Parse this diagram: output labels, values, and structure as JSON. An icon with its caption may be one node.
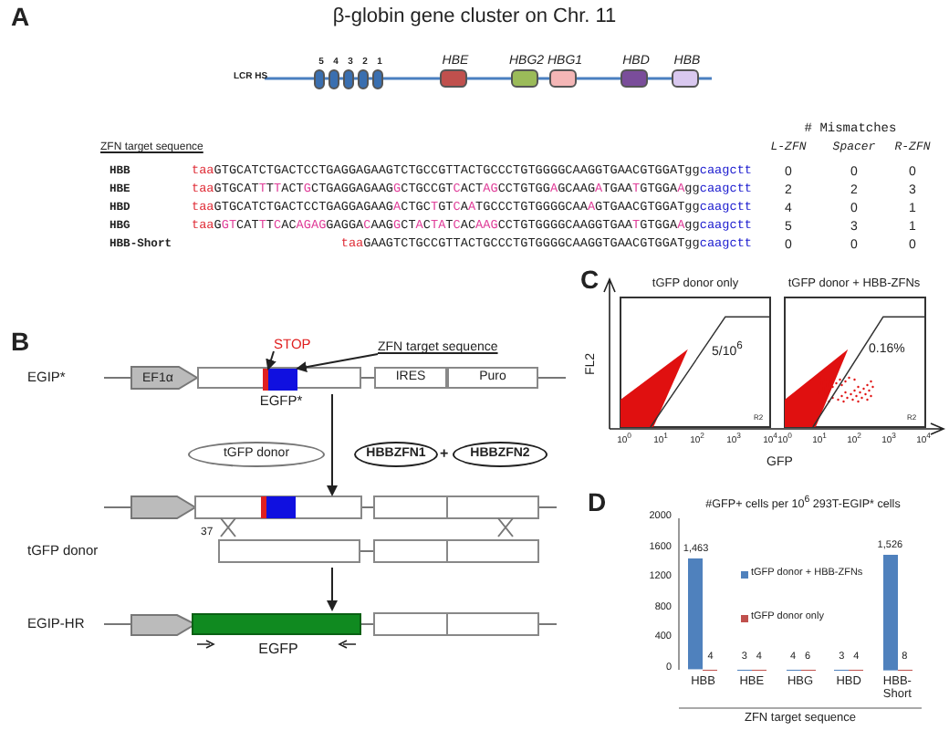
{
  "diagram": {
    "title": "β-globin gene cluster on Chr. 11",
    "nodes": [
      {
        "text": [
          "5"
        ]
      },
      {
        "text": [
          "4"
        ]
      },
      {
        "text": [
          "3"
        ]
      },
      {
        "text": [
          "2"
        ]
      },
      {
        "text": [
          "1"
        ]
      },
      {
        "text": [
          "HBE"
        ]
      },
      {
        "text": [
          "HBG2"
        ]
      },
      {
        "text": [
          "HBG1"
        ]
      },
      {
        "text": [
          "HBD"
        ]
      },
      {
        "text": [
          "HBB"
        ]
      },
      {
        "text": [
          "EGIP*"
        ]
      },
      {
        "text": [
          "EF1α"
        ],
        "in": 10
      },
      {
        "text": [
          "EGFP*"
        ],
        "in": 10
      },
      {
        "text": [],
        "shape": "bar",
        "in": 12
      },
      {
        "text": [],
        "shape": "bar",
        "in": 12
      },
      {
        "text": [
          "IRES"
        ],
        "in": 10
      },
      {
        "text": [
          "Puro"
        ],
        "in": 10
      },
      {
        "text": [
          "STOP"
        ]
      },
      {
        "text": [
          "ZFN target sequence"
        ]
      },
      {
        "text": [
          "tGFP donor"
        ]
      },
      {
        "text": [
          "HBBZFN1"
        ]
      },
      {
        "text": [
          "HBBZFN2"
        ]
      },
      {
        "text": [],
        "shape": "bar"
      },
      {
        "text": [
          "tGFP donor"
        ]
      },
      {
        "text": [
          "EGIP-HR"
        ]
      },
      {
        "text": [
          "EGFP"
        ],
        "in": 24
      }
    ],
    "edges": [
      {
        "from": 17,
        "to": 13,
        "arrow": "to"
      },
      {
        "from": 18,
        "to": 14,
        "arrow": "to"
      },
      {
        "from": 10,
        "to": 22,
        "arrow": "to"
      },
      {
        "from": 23,
        "to": 24,
        "arrow": "to"
      }
    ],
    "labels": [
      "A",
      "LCR HS",
      "ZFN target sequence",
      "# Mismatches",
      "L-ZFN",
      "Spacer",
      "R-ZFN",
      "HBB",
      "taaGTGCATCTGACTCCTGAGGAGAAGTCTGCCGTTACTGCCCTGTGGGGCAAGGTGAACGTGGATggcaagctt",
      "0",
      "0",
      "0",
      "HBE",
      "taaGTGCATTTTACTGCTGAGGAGAAGGCTGCCGTCACTAGCCTGTGGAGCAAGATGAATGTGGAAggcaagctt",
      "2",
      "2",
      "3",
      "HBD",
      "taaGTGCATCTGACTCCTGAGGAGAAGACTGCTGTCAATGCCCTGTGGGGCAAAGTGAACGTGGATggcaagctt",
      "4",
      "0",
      "1",
      "HBG",
      "taaGGTCATTTCACAGAGGAGGACAAGGCTACTATCACAAGCCTGTGGGGCAAGGTGAATGTGGAAggcaagctt",
      "5",
      "3",
      "1",
      "HBB-Short",
      "taaGAAGTCTGCCGTTACTGCCCTGTGGGGCAAGGTGAACGTGGATggcaagctt",
      "0",
      "0",
      "0",
      "B",
      "+",
      "37",
      "C",
      "tGFP donor only",
      "tGFP donor + HBB-ZFNs",
      "FL2",
      "5/10$^{6}$",
      "0.16%",
      "R2",
      "R2",
      "10$^{0}$",
      "10$^{1}$",
      "10$^{2}$",
      "10$^{3}$",
      "10$^{4}$",
      "10$^{0}$",
      "10$^{1}$",
      "10$^{2}$",
      "10$^{3}$",
      "10$^{4}$",
      "GFP",
      "D"
    ],
    "chart_data": {
      "type": "bar",
      "title": "#GFP+ cells per 10$^{6}$ 293T-EGIP* cells",
      "xlabel": "ZFN target sequence",
      "categories": [
        "HBB",
        "HBE",
        "HBG",
        "HBD",
        "HBB-Short"
      ],
      "series": [
        {
          "name": "tGFP donor + HBB-ZFNs",
          "color": "#4f81bd",
          "values": [
            1463,
            3,
            4,
            3,
            1526
          ]
        },
        {
          "name": "tGFP donor only",
          "color": "#c0504d",
          "values": [
            4,
            4,
            6,
            4,
            8
          ]
        }
      ],
      "ylim": [
        0,
        2000
      ],
      "yticks": [
        0,
        400,
        800,
        1200,
        1600,
        2000
      ],
      "value_labels": [
        [
          "1,463",
          "3",
          "4",
          "3",
          "1,526"
        ],
        [
          "4",
          "4",
          "6",
          "4",
          "8"
        ]
      ],
      "legend": "center"
    }
  }
}
